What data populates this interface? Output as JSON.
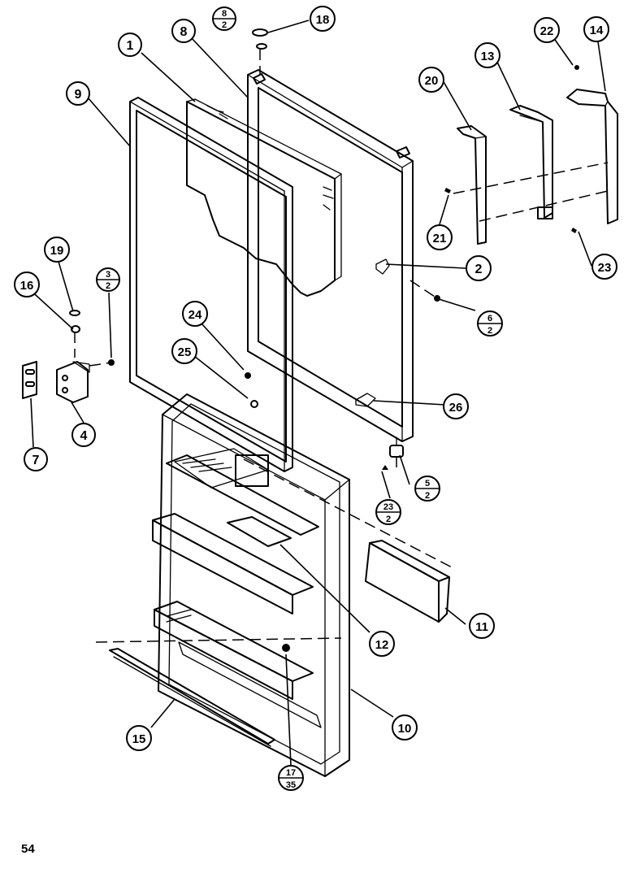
{
  "page_number": "54",
  "callouts": [
    {
      "id": "c1",
      "label": "1"
    },
    {
      "id": "c2",
      "label": "2"
    },
    {
      "id": "c4",
      "label": "4"
    },
    {
      "id": "c7",
      "label": "7"
    },
    {
      "id": "c8",
      "label": "8"
    },
    {
      "id": "c9",
      "label": "9"
    },
    {
      "id": "c10",
      "label": "10"
    },
    {
      "id": "c11",
      "label": "11"
    },
    {
      "id": "c12",
      "label": "12"
    },
    {
      "id": "c13",
      "label": "13"
    },
    {
      "id": "c14",
      "label": "14"
    },
    {
      "id": "c15",
      "label": "15"
    },
    {
      "id": "c16",
      "label": "16"
    },
    {
      "id": "c18",
      "label": "18"
    },
    {
      "id": "c19",
      "label": "19"
    },
    {
      "id": "c20",
      "label": "20"
    },
    {
      "id": "c21",
      "label": "21"
    },
    {
      "id": "c22",
      "label": "22"
    },
    {
      "id": "c23",
      "label": "23"
    },
    {
      "id": "c24",
      "label": "24"
    },
    {
      "id": "c25",
      "label": "25"
    },
    {
      "id": "c26",
      "label": "26"
    }
  ],
  "fraction_callouts": [
    {
      "id": "f8_2",
      "top": "8",
      "bottom": "2"
    },
    {
      "id": "f3_2",
      "top": "3",
      "bottom": "2"
    },
    {
      "id": "f6_2",
      "top": "6",
      "bottom": "2"
    },
    {
      "id": "f5_2",
      "top": "5",
      "bottom": "2"
    },
    {
      "id": "f23_2",
      "top": "23",
      "bottom": "2"
    },
    {
      "id": "f17_35",
      "top": "17",
      "bottom": "35"
    }
  ]
}
